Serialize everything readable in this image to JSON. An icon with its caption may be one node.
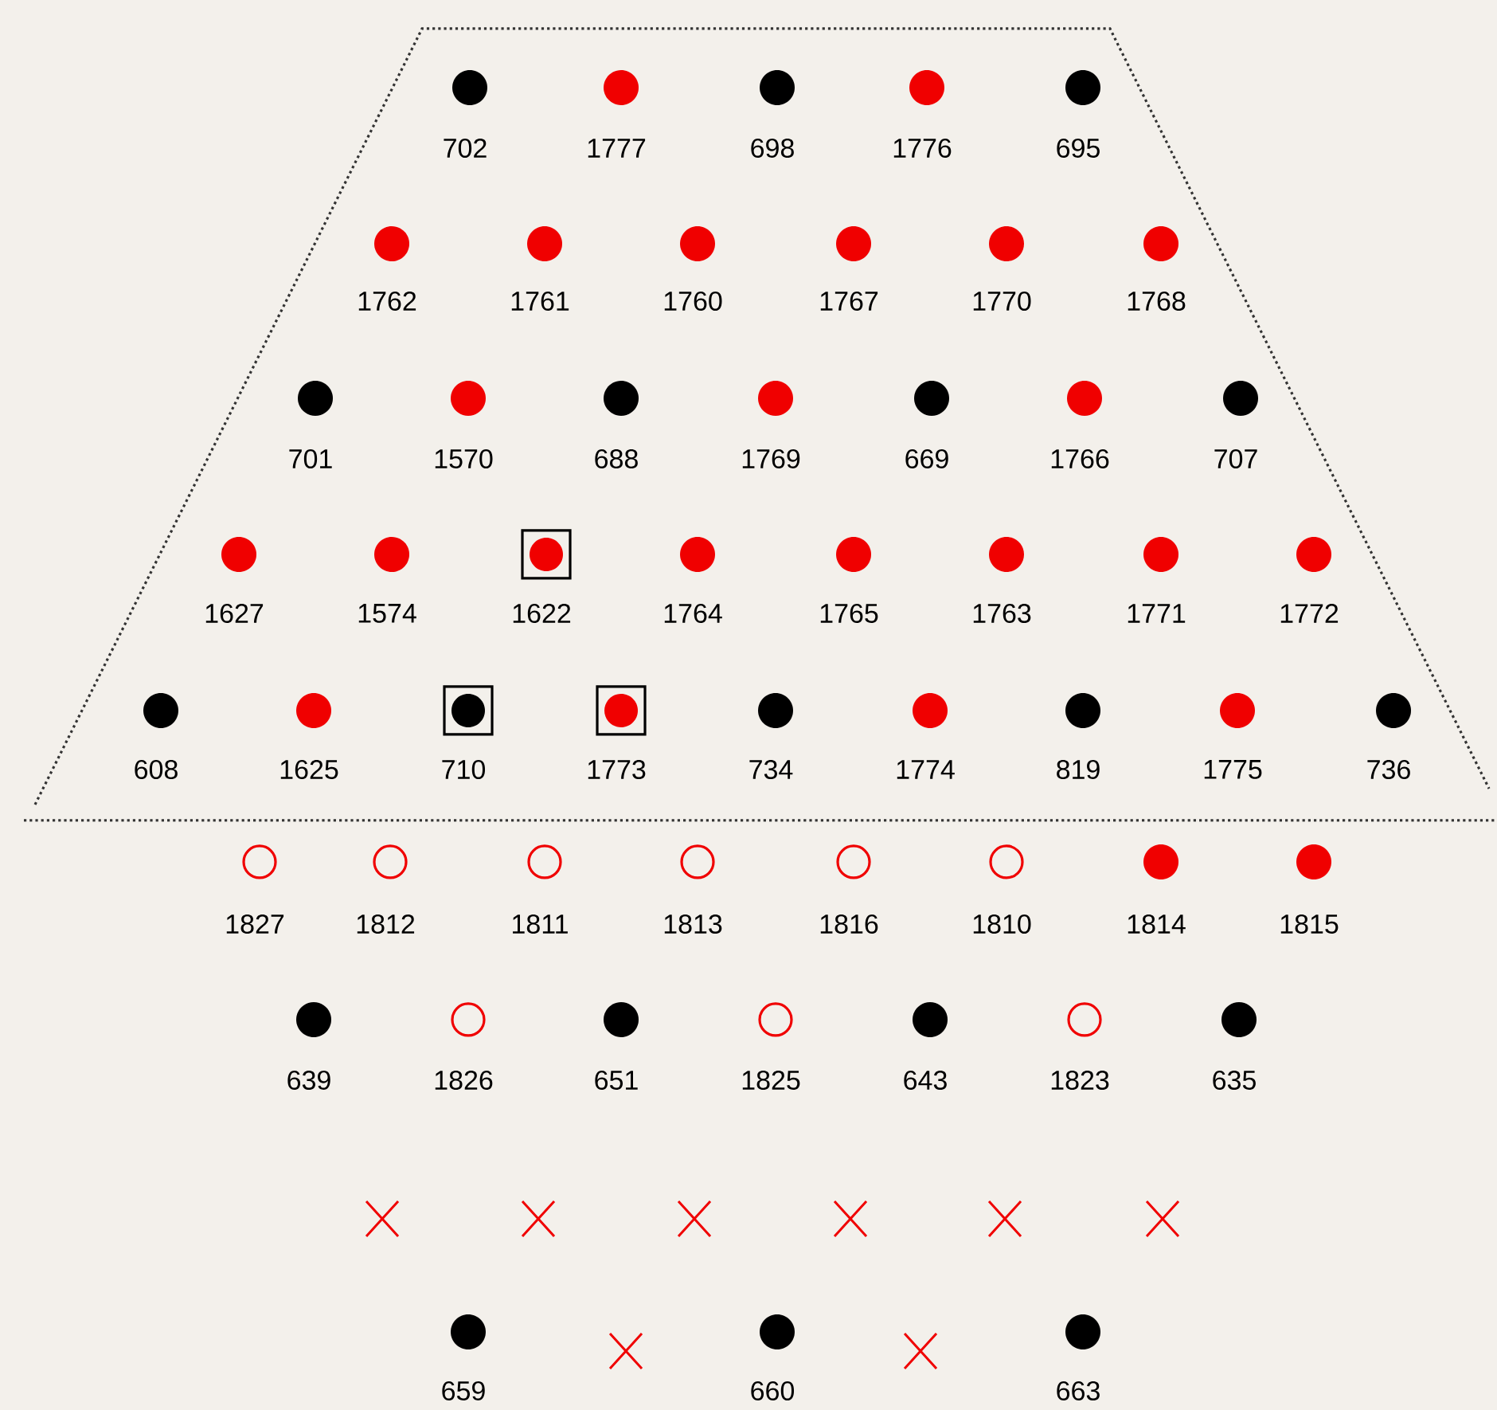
{
  "diagram": {
    "labels": [
      "702",
      "1777",
      "698",
      "1776",
      "695",
      "1762",
      "1761",
      "1760",
      "1767",
      "1770",
      "1768",
      "701",
      "1570",
      "688",
      "1769",
      "669",
      "1766",
      "707",
      "1627",
      "1574",
      "1622",
      "1764",
      "1765",
      "1763",
      "1771",
      "1772",
      "608",
      "1625",
      "710",
      "1773",
      "734",
      "1774",
      "819",
      "1775",
      "736",
      "1827",
      "1812",
      "1811",
      "1813",
      "1816",
      "1810",
      "1814",
      "1815",
      "639",
      "1826",
      "651",
      "1825",
      "643",
      "1823",
      "635",
      "659",
      "660",
      "663"
    ]
  }
}
